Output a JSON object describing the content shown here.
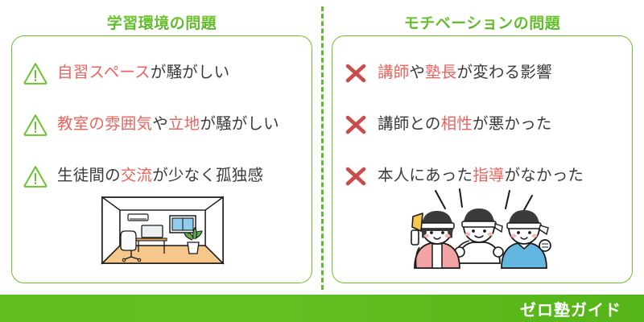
{
  "colors": {
    "green": "#5cbb28",
    "green_border": "#6cc22e",
    "highlight_red": "#e8645f",
    "body_text": "#3a3a3a",
    "footer_bg": "#5fbd1e",
    "footer_text": "#ffffff"
  },
  "columns": [
    {
      "title": "学習環境の問題",
      "icon": "warning-triangle-icon",
      "rows": [
        {
          "segments": [
            {
              "text": "自習スペース",
              "highlight": true
            },
            {
              "text": "が騒がしい",
              "highlight": false
            }
          ]
        },
        {
          "segments": [
            {
              "text": "教室の雰囲気",
              "highlight": true
            },
            {
              "text": "や",
              "highlight": false
            },
            {
              "text": "立地",
              "highlight": true
            },
            {
              "text": "が騒がしい",
              "highlight": false
            }
          ]
        },
        {
          "segments": [
            {
              "text": "生徒間の",
              "highlight": false
            },
            {
              "text": "交流",
              "highlight": true
            },
            {
              "text": "が少なく孤独感",
              "highlight": false
            }
          ]
        }
      ],
      "illustration": "empty-study-room-illustration"
    },
    {
      "title": "モチベーションの問題",
      "icon": "red-cross-icon",
      "rows": [
        {
          "segments": [
            {
              "text": "講師",
              "highlight": true
            },
            {
              "text": "や",
              "highlight": false
            },
            {
              "text": "塾長",
              "highlight": true
            },
            {
              "text": "が変わる影響",
              "highlight": false
            }
          ]
        },
        {
          "segments": [
            {
              "text": "講師との",
              "highlight": false
            },
            {
              "text": "相性",
              "highlight": true
            },
            {
              "text": "が悪かった",
              "highlight": false
            }
          ]
        },
        {
          "segments": [
            {
              "text": "本人にあった",
              "highlight": false
            },
            {
              "text": "指導",
              "highlight": true
            },
            {
              "text": "がなかった",
              "highlight": false
            }
          ]
        }
      ],
      "illustration": "cheering-students-illustration"
    }
  ],
  "footer": {
    "brand": "ゼロ塾ガイド"
  }
}
